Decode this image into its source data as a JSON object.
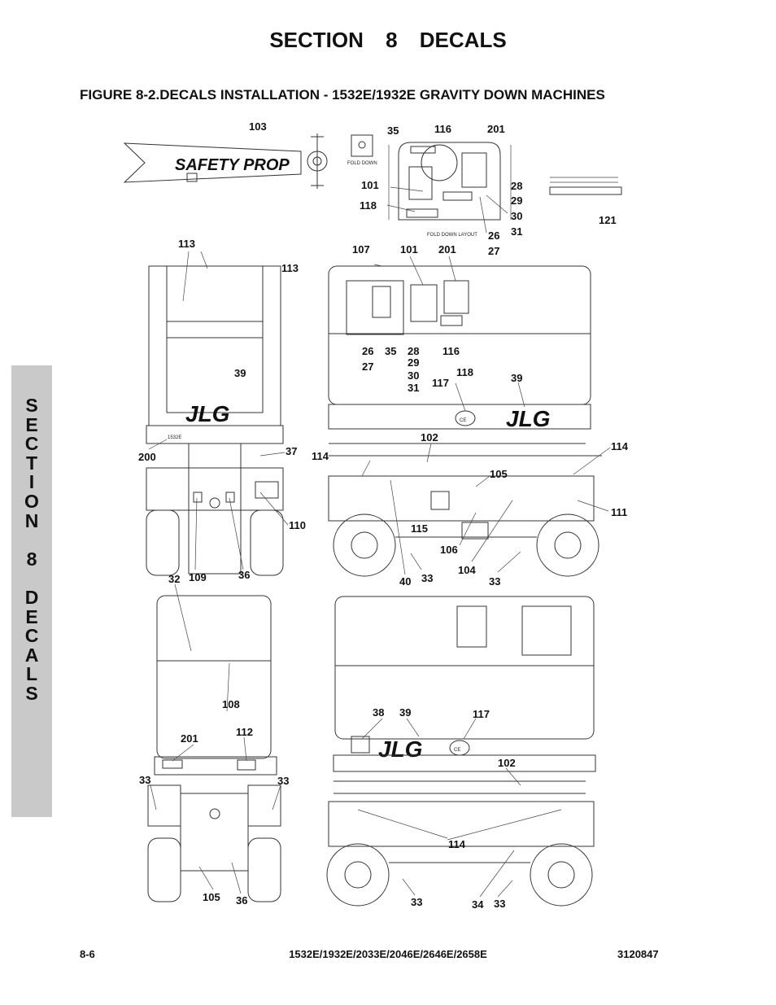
{
  "header": {
    "section": "SECTION 8      DECALS"
  },
  "figure": {
    "title": "FIGURE 8-2.DECALS INSTALLATION - 1532E/1932E GRAVITY DOWN MACHINES"
  },
  "side_tab": {
    "letters": [
      "S",
      "E",
      "C",
      "T",
      "I",
      "O",
      "N",
      "",
      "8",
      "",
      "D",
      "E",
      "C",
      "A",
      "L",
      "S"
    ]
  },
  "footer": {
    "page": "8-6",
    "models": "1532E/1932E/2033E/2046E/2646E/2658E",
    "doc_number": "3120847"
  },
  "drawing": {
    "safety_prop_text": "SAFETY PROP",
    "fold_down_layout": "FOLD DOWN LAYOUT",
    "jlg_logo": "JLG",
    "ce_mark": "CE",
    "model_plate": "1532E"
  }
}
